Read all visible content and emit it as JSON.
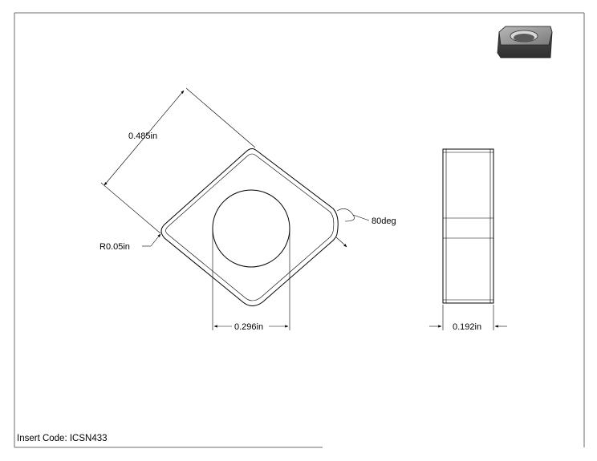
{
  "drawing": {
    "dim_length": "0.485in",
    "dim_radius": "R0.05in",
    "dim_angle": "80deg",
    "dim_hole": "0.296in",
    "dim_thickness": "0.192in",
    "insert_code": "Insert Code: ICSN433"
  }
}
